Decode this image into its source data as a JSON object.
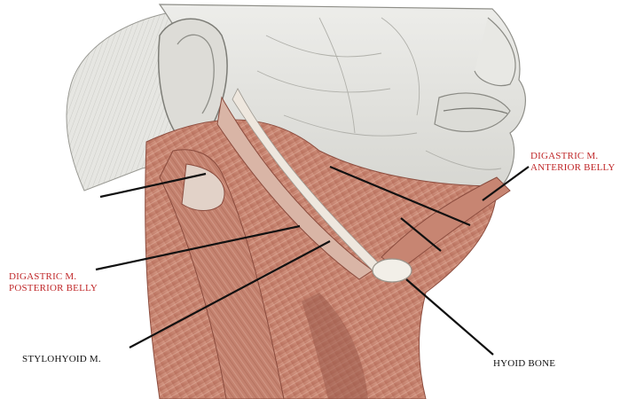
{
  "labels": {
    "digastric_anterior": {
      "line1": "DIGASTRIC M.",
      "line2": "ANTERIOR BELLY"
    },
    "digastric_posterior": {
      "line1": "DIGASTRIC M.",
      "line2": "POSTERIOR BELLY"
    },
    "stylohyoid": "STYLOHYOID M.",
    "hyoid": "HYOID BONE"
  },
  "colors": {
    "label_red": "#c0282a",
    "label_black": "#111111",
    "leader_line": "#111111",
    "skin": "#e2e2de",
    "muscle": "#c98673",
    "bone": "#f2efe8"
  }
}
